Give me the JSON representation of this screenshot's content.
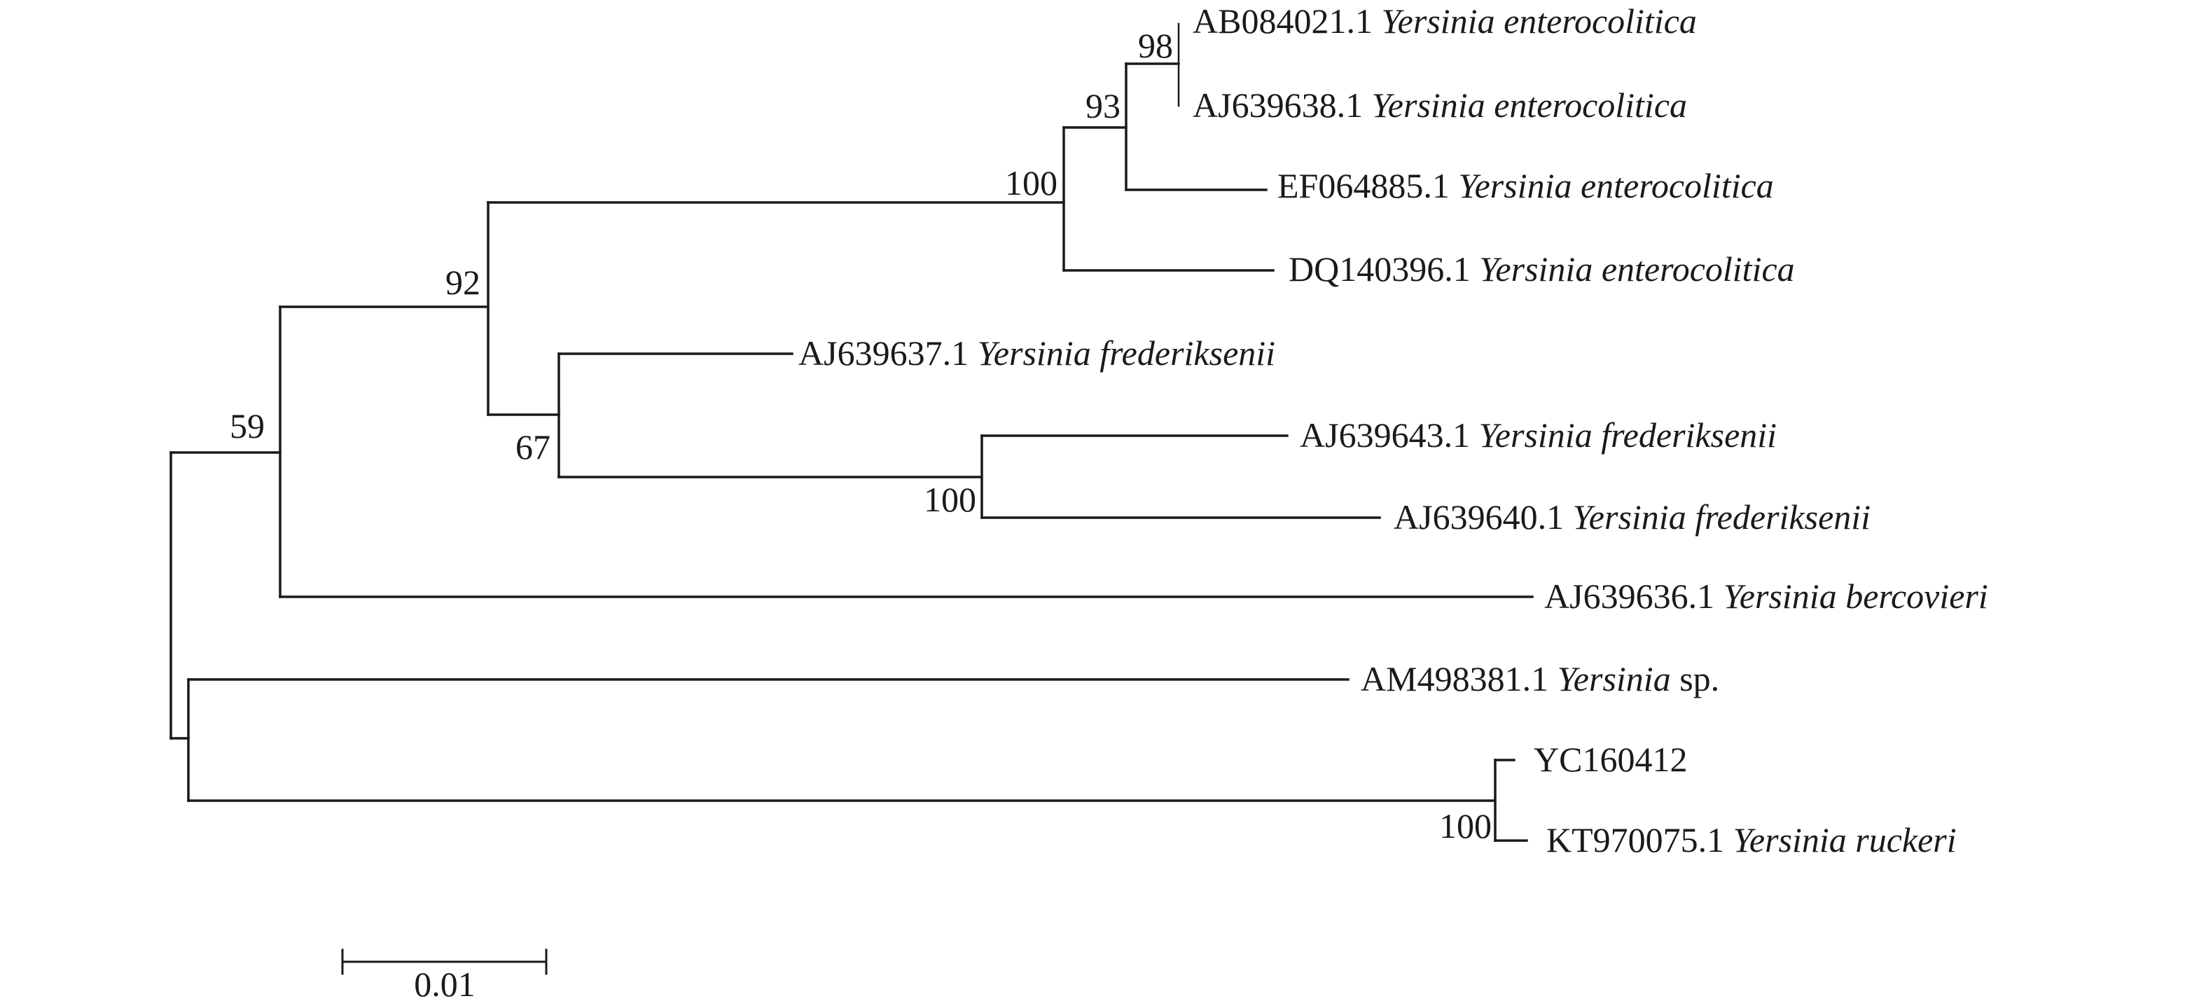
{
  "tree": {
    "taxa": [
      {
        "acc": "AB084021.1",
        "species": "Yersinia enterocolitica",
        "suffix": ""
      },
      {
        "acc": "AJ639638.1",
        "species": "Yersinia enterocolitica",
        "suffix": ""
      },
      {
        "acc": "EF064885.1",
        "species": "Yersinia enterocolitica",
        "suffix": ""
      },
      {
        "acc": "DQ140396.1",
        "species": "Yersinia enterocolitica",
        "suffix": ""
      },
      {
        "acc": "AJ639637.1",
        "species": "Yersinia frederiksenii",
        "suffix": ""
      },
      {
        "acc": "AJ639643.1",
        "species": "Yersinia frederiksenii",
        "suffix": ""
      },
      {
        "acc": "AJ639640.1",
        "species": "Yersinia frederiksenii",
        "suffix": ""
      },
      {
        "acc": "AJ639636.1",
        "species": "Yersinia bercovieri",
        "suffix": ""
      },
      {
        "acc": "AM498381.1",
        "species": "Yersinia",
        "suffix": "sp."
      },
      {
        "acc": "YC160412",
        "species": "",
        "suffix": ""
      },
      {
        "acc": "KT970075.1",
        "species": "Yersinia ruckeri",
        "suffix": ""
      }
    ],
    "bootstrap": {
      "n98": "98",
      "n93": "93",
      "n100a": "100",
      "n92": "92",
      "n67": "67",
      "n59": "59",
      "n100b": "100",
      "n100c": "100"
    },
    "scale_bar_label": "0.01"
  }
}
